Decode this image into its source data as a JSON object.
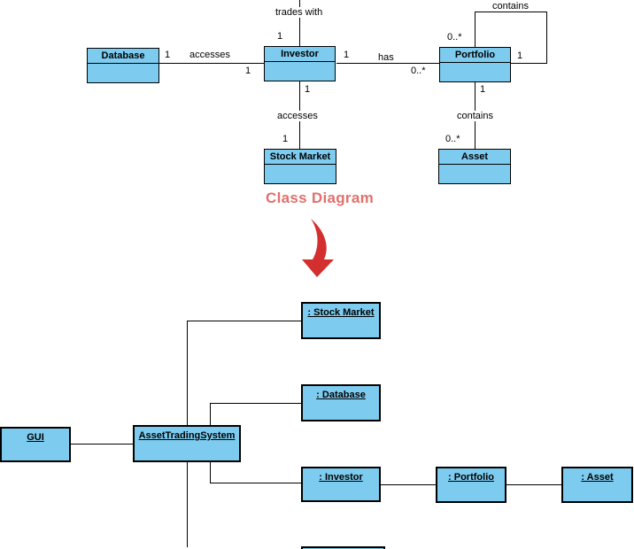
{
  "colors": {
    "box_fill": "#7dcbef",
    "box_border": "#000000",
    "heading": "#e0716c",
    "arrow": "#d32f2f"
  },
  "class_diagram": {
    "heading": "Class Diagram",
    "classes": {
      "database": "Database",
      "investor": "Investor",
      "portfolio": "Portfolio",
      "stock_market": "Stock Market",
      "asset": "Asset"
    },
    "associations": {
      "trades_with": {
        "label": "trades with",
        "mult_investor": "1"
      },
      "accesses_db": {
        "label": "accesses",
        "mult_database": "1",
        "mult_investor": "1"
      },
      "has": {
        "label": "has",
        "mult_investor": "1",
        "mult_portfolio": "0..*"
      },
      "contains_self": {
        "label": "contains",
        "mult_source": "0..*",
        "mult_target": "1"
      },
      "accesses_market": {
        "label": "accesses",
        "mult_investor": "1",
        "mult_market": "1"
      },
      "contains_assets": {
        "label": "contains",
        "mult_portfolio": "1",
        "mult_asset": "0..*"
      }
    }
  },
  "object_diagram": {
    "objects": {
      "gui": "GUI",
      "ats": "AssetTradingSystem",
      "stock_market": ": Stock Market",
      "database": ": Database",
      "investor": ": Investor",
      "portfolio": ": Portfolio",
      "asset": ": Asset"
    }
  }
}
